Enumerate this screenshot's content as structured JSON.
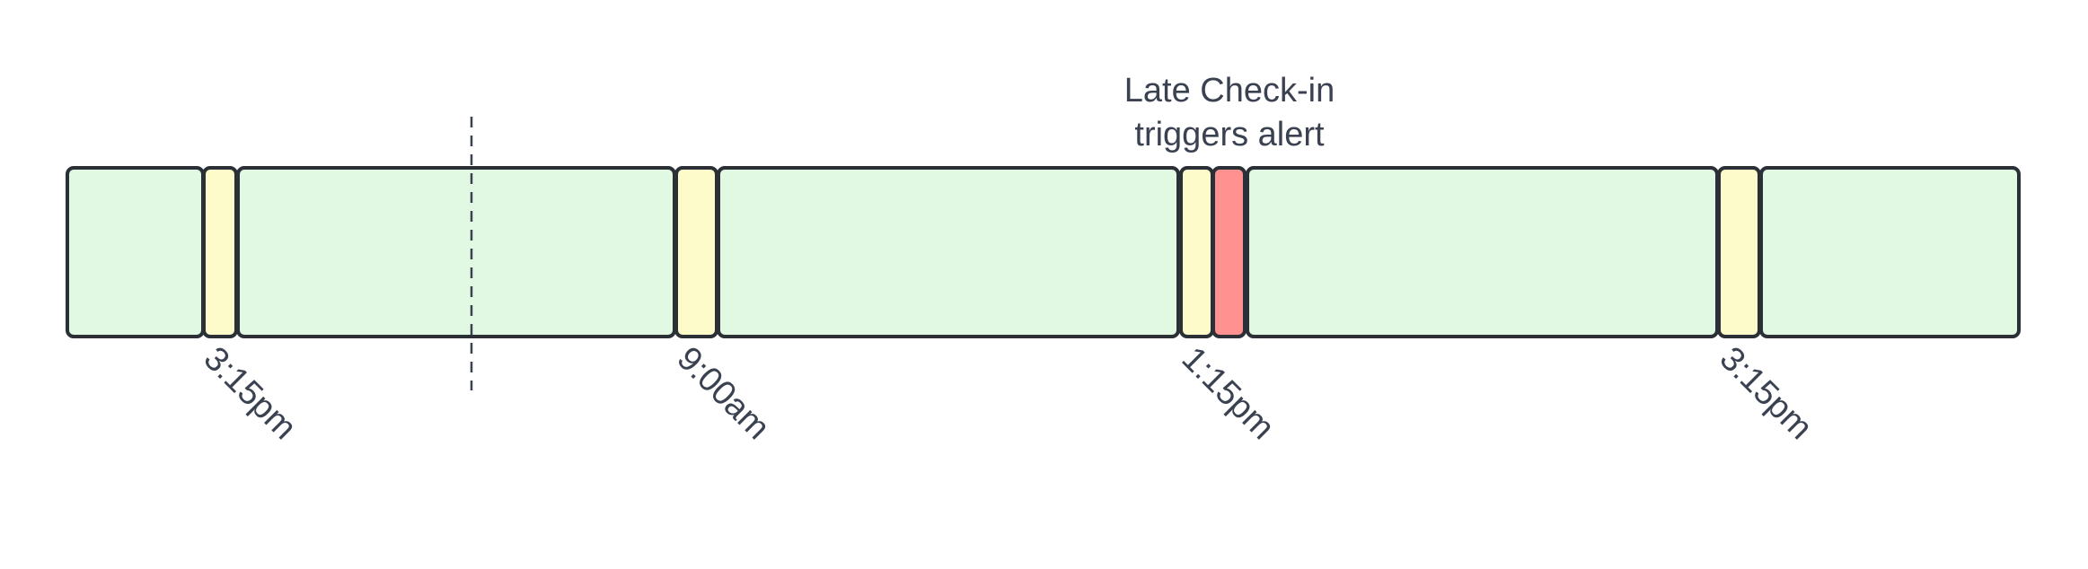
{
  "annotation": {
    "line1": "Late Check-in",
    "line2": "triggers alert"
  },
  "colors": {
    "normal": "#e1f9e2",
    "check_in": "#fdfbc9",
    "alert": "#ff9290",
    "outline": "#2b2f36",
    "text": "#3a4150"
  },
  "segments": [
    {
      "kind": "normal"
    },
    {
      "kind": "check_in"
    },
    {
      "kind": "normal"
    },
    {
      "kind": "check_in"
    },
    {
      "kind": "normal"
    },
    {
      "kind": "check_in"
    },
    {
      "kind": "alert"
    },
    {
      "kind": "normal"
    },
    {
      "kind": "check_in"
    },
    {
      "kind": "normal"
    }
  ],
  "time_labels": [
    "3:15pm",
    "9:00am",
    "1:15pm",
    "3:15pm"
  ]
}
